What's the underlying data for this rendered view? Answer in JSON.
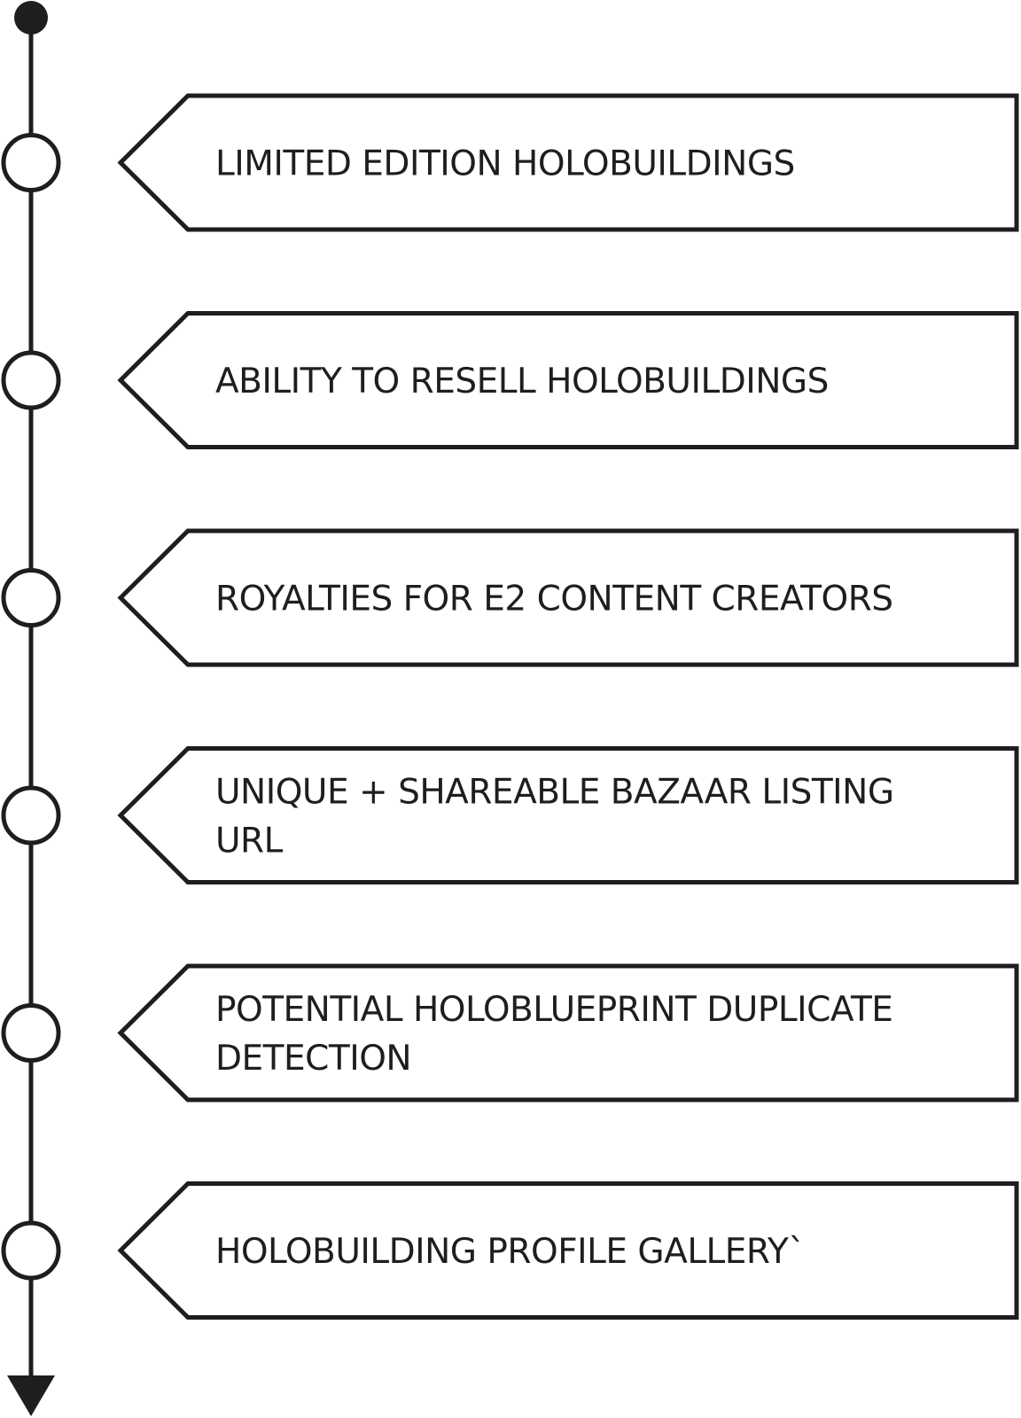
{
  "colors": {
    "stroke": "#1e1e1e",
    "node_fill": "#ffffff",
    "text": "#1e1e1e",
    "background": "#ffffff"
  },
  "timeline": {
    "start_marker": "filled-dot",
    "end_marker": "down-arrow",
    "items": [
      {
        "lines": [
          "LIMITED EDITION HOLOBUILDINGS"
        ]
      },
      {
        "lines": [
          "ABILITY TO RESELL HOLOBUILDINGS"
        ]
      },
      {
        "lines": [
          "ROYALTIES FOR E2 CONTENT CREATORS"
        ]
      },
      {
        "lines": [
          "UNIQUE + SHAREABLE BAZAAR LISTING",
          "URL"
        ]
      },
      {
        "lines": [
          "POTENTIAL HOLOBLUEPRINT DUPLICATE",
          "DETECTION"
        ]
      },
      {
        "lines": [
          "HOLOBUILDING PROFILE GALLERY`"
        ]
      }
    ]
  }
}
